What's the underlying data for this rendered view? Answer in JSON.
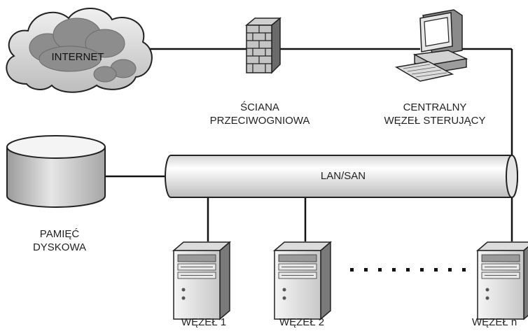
{
  "nodes": {
    "internet": "INTERNET",
    "firewall": [
      "ŚCIANA",
      "PRZECIWOGNIOWA"
    ],
    "control_node": [
      "CENTRALNY",
      "WĘZEŁ STERUJĄCY"
    ],
    "storage": [
      "PAMIĘĆ",
      "DYSKOWA"
    ],
    "network": "LAN/SAN",
    "node_1": "WĘZEŁ 1",
    "node_2": "WĘZEŁ 2",
    "node_n": "WĘZEŁ n"
  }
}
